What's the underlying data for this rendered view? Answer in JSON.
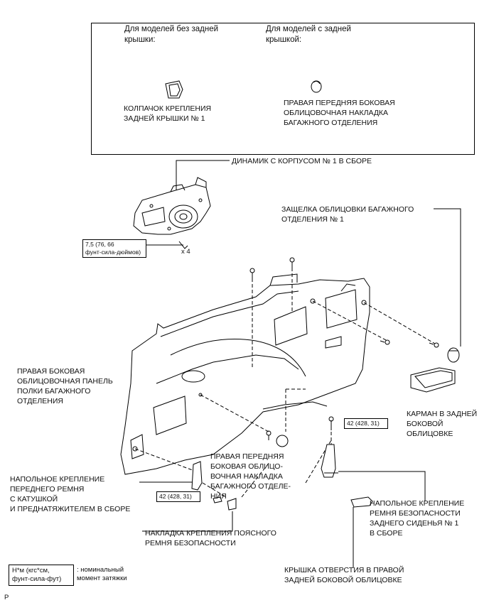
{
  "box": {
    "col1_header": "Для моделей без задней\nкрышки:",
    "col2_header": "Для моделей с задней\nкрышкой:",
    "cap_label": "КОЛПАЧОК КРЕПЛЕНИЯ\nЗАДНЕЙ КРЫШКИ № 1",
    "right_front_label": "ПРАВАЯ ПЕРЕДНЯЯ БОКОВАЯ\nОБЛИЦОВОЧНАЯ НАКЛАДКА\nБАГАЖНОГО ОТДЕЛЕНИЯ"
  },
  "labels": {
    "speaker": "ДИНАМИК С КОРПУСОМ № 1 В СБОРЕ",
    "latch": "ЗАЩЕЛКА ОБЛИЦОВКИ БАГАЖНОГО\nОТДЕЛЕНИЯ № 1",
    "side_panel": "ПРАВАЯ БОКОВАЯ\nОБЛИЦОВОЧНАЯ ПАНЕЛЬ\nПОЛКИ БАГАЖНОГО\nОТДЕЛЕНИЯ",
    "pocket": "КАРМАН В ЗАДНЕЙ\nБОКОВОЙ\nОБЛИЦОВКЕ",
    "front_trim": "ПРАВАЯ ПЕРЕДНЯЯ\nБОКОВАЯ ОБЛИЦО-\nВОЧНАЯ НАКЛАДКА\nБАГАЖНОГО ОТДЕЛЕ-\nНИЯ",
    "front_belt_anchor": "НАПОЛЬНОЕ КРЕПЛЕНИЕ\nПЕРЕДНЕГО РЕМНЯ\nС КАТУШКОЙ\nИ ПРЕДНАТЯЖИТЕЛЕМ В СБОРЕ",
    "rear_belt_anchor": "НАПОЛЬНОЕ КРЕПЛЕНИЕ\nРЕМНЯ БЕЗОПАСНОСТИ\nЗАДНЕГО СИДЕНЬЯ № 1\nВ СБОРЕ",
    "lap_belt_cover": "НАКЛАДКА КРЕПЛЕНИЯ ПОЯСНОГО\nРЕМНЯ БЕЗОПАСНОСТИ",
    "hole_cover": "КРЫШКА ОТВЕРСТИЯ В ПРАВОЙ\nЗАДНЕЙ БОКОВОЙ ОБЛИЦОВКЕ",
    "qty": "x 4",
    "footer_code": "P"
  },
  "torques": {
    "speaker": "7,5 (76, 66\nфунт-сила-дюймов)",
    "rear_anchor": "42 (428, 31)",
    "front_anchor": "42 (428, 31)"
  },
  "legend": {
    "box_text": "Н*м (кгс*см,\nфунт-сила-фут)",
    "description": ": номинальный\nмомент затяжки"
  }
}
